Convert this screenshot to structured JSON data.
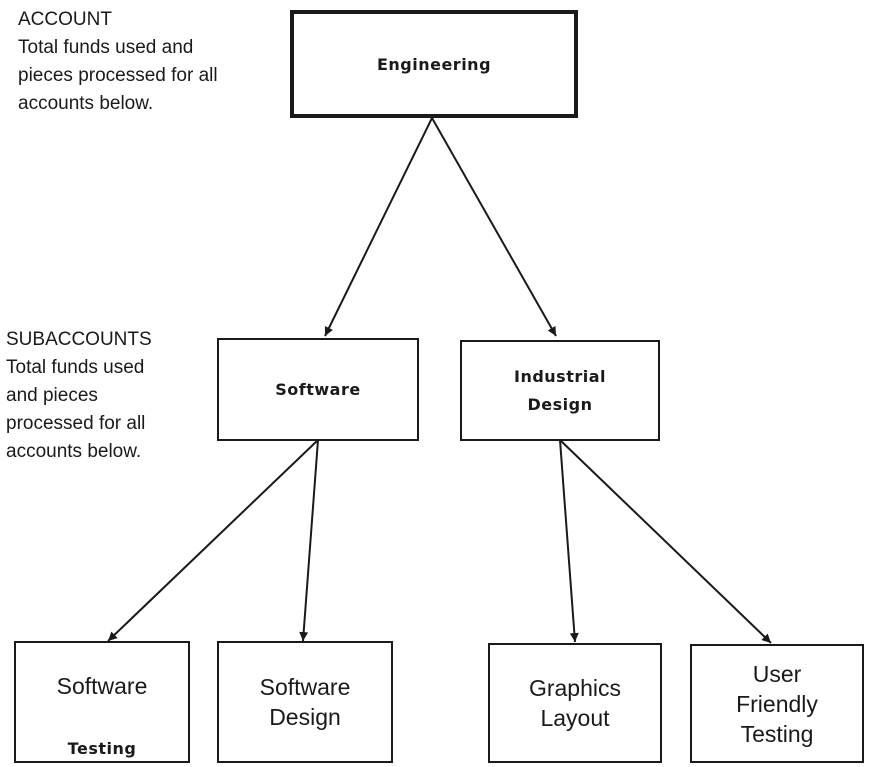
{
  "notes": {
    "account": "ACCOUNT\nTotal funds used and\npieces processed for all\naccounts below.",
    "subaccounts": "SUBACCOUNTS\nTotal funds used\nand pieces\nprocessed for all\naccounts below."
  },
  "nodes": {
    "engineering": "Engineering",
    "software": "Software",
    "industrial_design": "Industrial\nDesign",
    "software_testing_line1": "Software",
    "software_testing_line2": "Testing",
    "software_design": "Software\nDesign",
    "graphics_layout": "Graphics\nLayout",
    "user_friendly_testing": "User\nFriendly\nTesting"
  },
  "edges": [
    {
      "from": "Engineering",
      "to": "Software"
    },
    {
      "from": "Engineering",
      "to": "Industrial Design"
    },
    {
      "from": "Software",
      "to": "Software Testing"
    },
    {
      "from": "Software",
      "to": "Software Design"
    },
    {
      "from": "Industrial Design",
      "to": "Graphics Layout"
    },
    {
      "from": "Industrial Design",
      "to": "User Friendly Testing"
    }
  ]
}
